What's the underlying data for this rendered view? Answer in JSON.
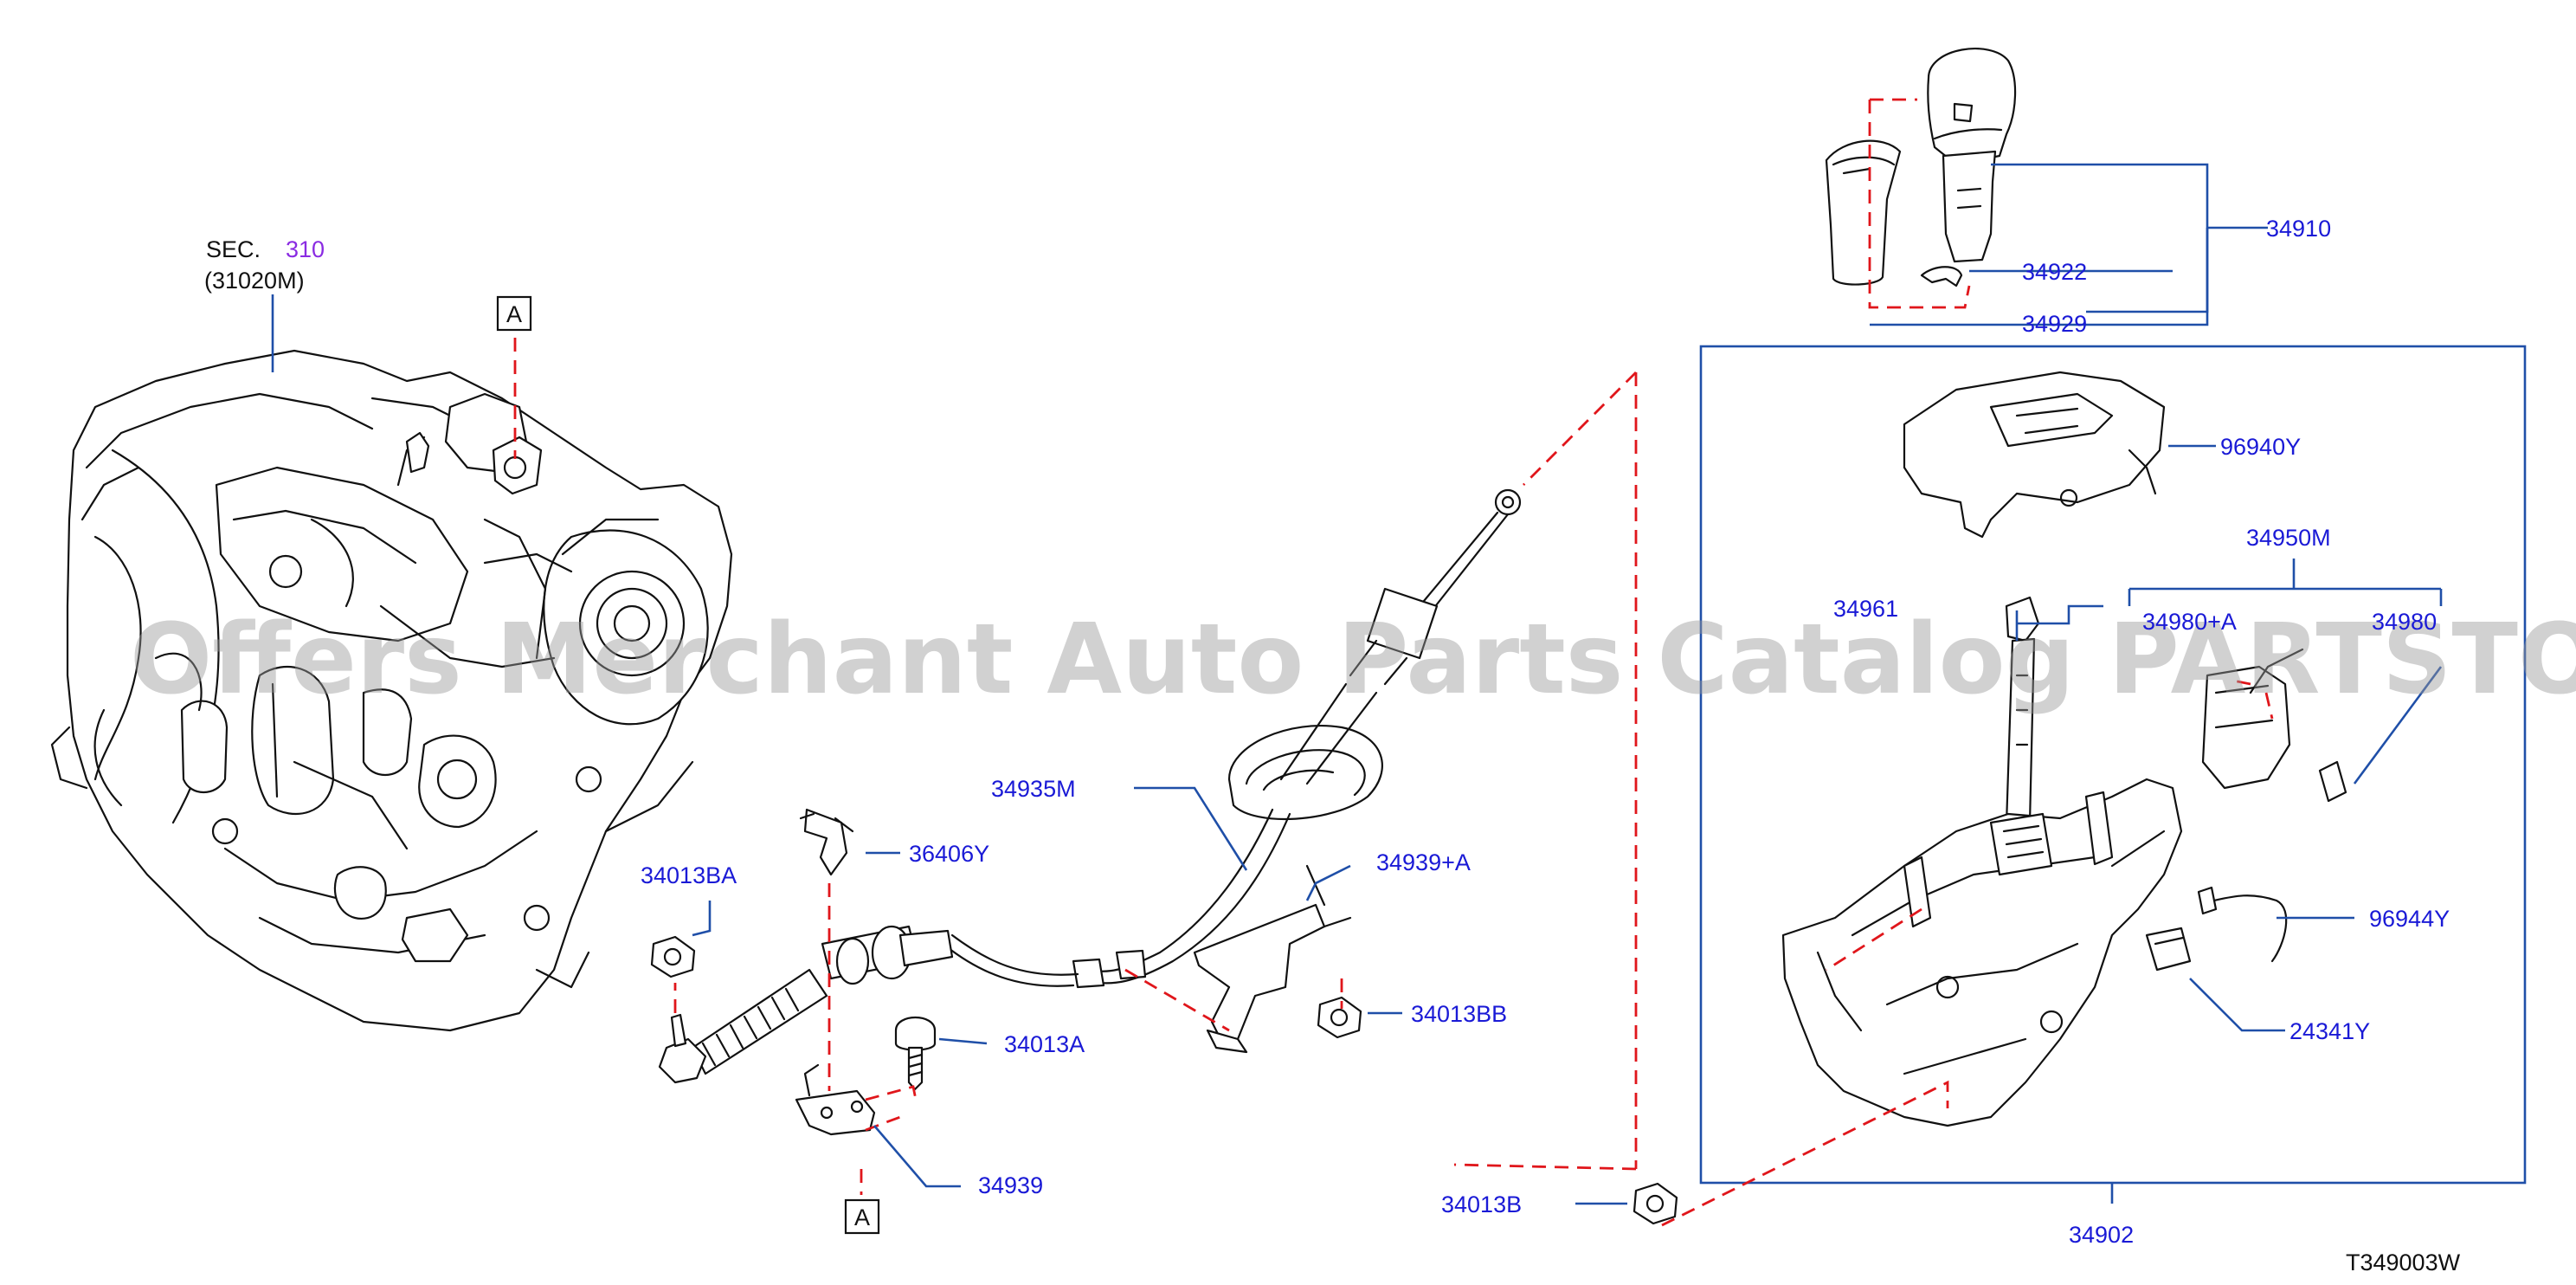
{
  "colors": {
    "part_label": "#1a1ad6",
    "leader": "#1f4fa8",
    "alignment_dash": "#e0161b",
    "section_ref": "#8a2be2",
    "outline": "#111111"
  },
  "section_ref": {
    "prefix": "SEC.",
    "number": "310",
    "sub": "(31020M)"
  },
  "callouts": {
    "a_top": "A",
    "a_bottom": "A"
  },
  "parts": {
    "p34910": "34910",
    "p34922": "34922",
    "p34929": "34929",
    "p96940Y": "96940Y",
    "p34950M": "34950M",
    "p34961": "34961",
    "p34980A": "34980+A",
    "p34980": "34980",
    "p34935M": "34935M",
    "p36406Y": "36406Y",
    "p34939A": "34939+A",
    "p34013BA": "34013BA",
    "p34013A": "34013A",
    "p34013BB": "34013BB",
    "p34939": "34939",
    "p96944Y": "96944Y",
    "p24341Y": "24341Y",
    "p34013B": "34013B",
    "p34902": "34902"
  },
  "diagram_code": "T349003W",
  "watermark": "Offers Merchant Auto Parts Catalog PARTSTORE.SA"
}
